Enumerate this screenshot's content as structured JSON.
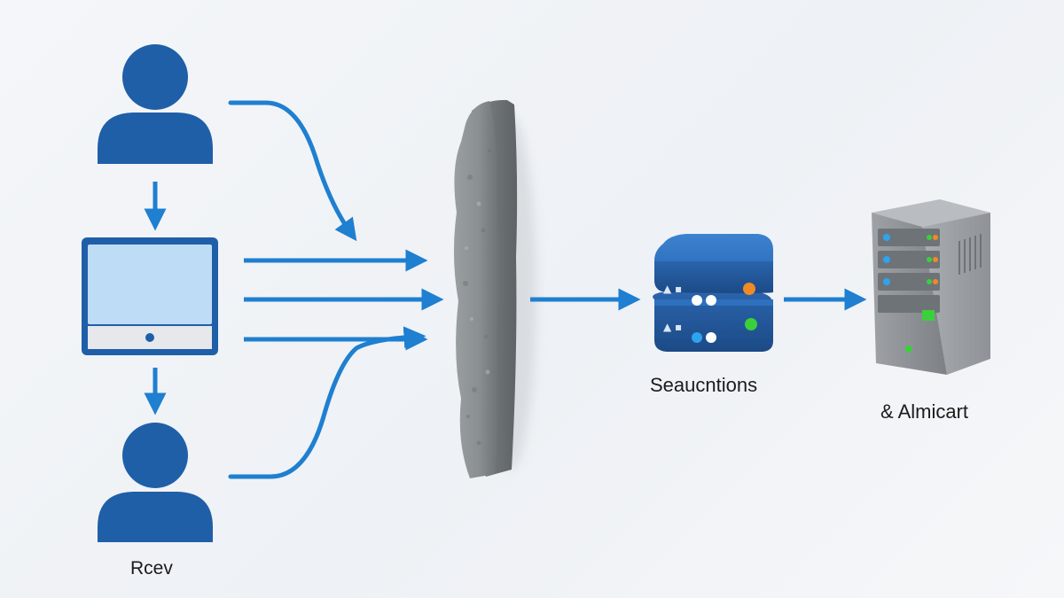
{
  "diagram": {
    "labels": {
      "bottom_user": "Rcev",
      "switch": "Seaucntions",
      "server": "& Almicart"
    },
    "colors": {
      "primary_blue": "#1f5fa8",
      "arrow_blue": "#1f7fd0",
      "screen_blue": "#bfdcf7",
      "wall_gray": "#8a8f92",
      "server_gray": "#8d9196",
      "led_blue": "#2fa3ee",
      "led_orange": "#f08a24",
      "led_green": "#3ccf3c"
    },
    "nodes": [
      {
        "id": "user-top",
        "icon": "user-icon"
      },
      {
        "id": "computer",
        "icon": "monitor-icon"
      },
      {
        "id": "user-bottom",
        "icon": "user-icon"
      },
      {
        "id": "firewall",
        "icon": "stone-wall-icon"
      },
      {
        "id": "switch",
        "icon": "network-switch-icon"
      },
      {
        "id": "server",
        "icon": "server-tower-icon"
      }
    ]
  }
}
